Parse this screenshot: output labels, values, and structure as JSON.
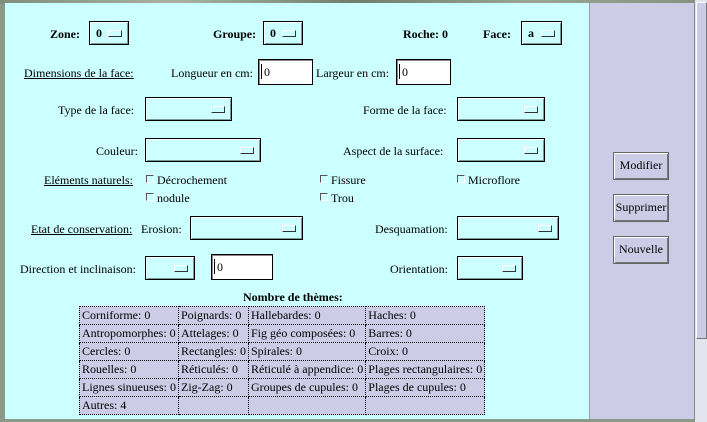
{
  "header": {
    "zone_label": "Zone:",
    "zone_value": "0",
    "groupe_label": "Groupe:",
    "groupe_value": "0",
    "roche_label": "Roche: 0",
    "face_label": "Face:",
    "face_value": "a"
  },
  "dimensions": {
    "label": "Dimensions de la face:",
    "longueur_label": "Longueur en cm:",
    "longueur_value": "0",
    "largeur_label": "Largeur en cm:",
    "largeur_value": "0"
  },
  "type_face": {
    "label": "Type de la face:",
    "value": ""
  },
  "forme_face": {
    "label": "Forme de la face:",
    "value": ""
  },
  "couleur": {
    "label": "Couleur:",
    "value": ""
  },
  "aspect": {
    "label": "Aspect de la surface:",
    "value": ""
  },
  "elements": {
    "label": "Eléments naturels:",
    "decrochement": "Décrochement",
    "fissure": "Fissure",
    "microflore": "Microflore",
    "nodule": "nodule",
    "trou": "Trou"
  },
  "conservation": {
    "label": "Etat de conservation:",
    "erosion_label": "Erosion:",
    "erosion_value": "",
    "desquamation_label": "Desquamation:",
    "desquamation_value": ""
  },
  "direction": {
    "label": "Direction et inclinaison:",
    "select_value": "",
    "input_value": "0",
    "orientation_label": "Orientation:",
    "orientation_value": ""
  },
  "themes": {
    "title": "Nombre de thèmes:",
    "rows": [
      [
        "Corniforme: 0",
        "Poignards: 0",
        "Hallebardes: 0",
        "Haches: 0"
      ],
      [
        "Antropomorphes: 0",
        "Attelages: 0",
        "Fig géo composées: 0",
        "Barres: 0"
      ],
      [
        "Cercles: 0",
        "Rectangles: 0",
        "Spirales: 0",
        "Croix: 0"
      ],
      [
        "Rouelles: 0",
        "Réticulés: 0",
        "Réticulé à appendice: 0",
        "Plages rectangulaires: 0"
      ],
      [
        "Lignes sinueuses: 0",
        "Zig-Zag: 0",
        "Groupes de cupules: 0",
        "Plages de cupules: 0"
      ],
      [
        "Autres: 4",
        "",
        "",
        ""
      ]
    ]
  },
  "actions": {
    "modifier": "Modifier",
    "supprimer": "Supprimer",
    "nouvelle": "Nouvelle"
  },
  "colors": {
    "panel": "#ccffff",
    "side": "#cccce6"
  }
}
